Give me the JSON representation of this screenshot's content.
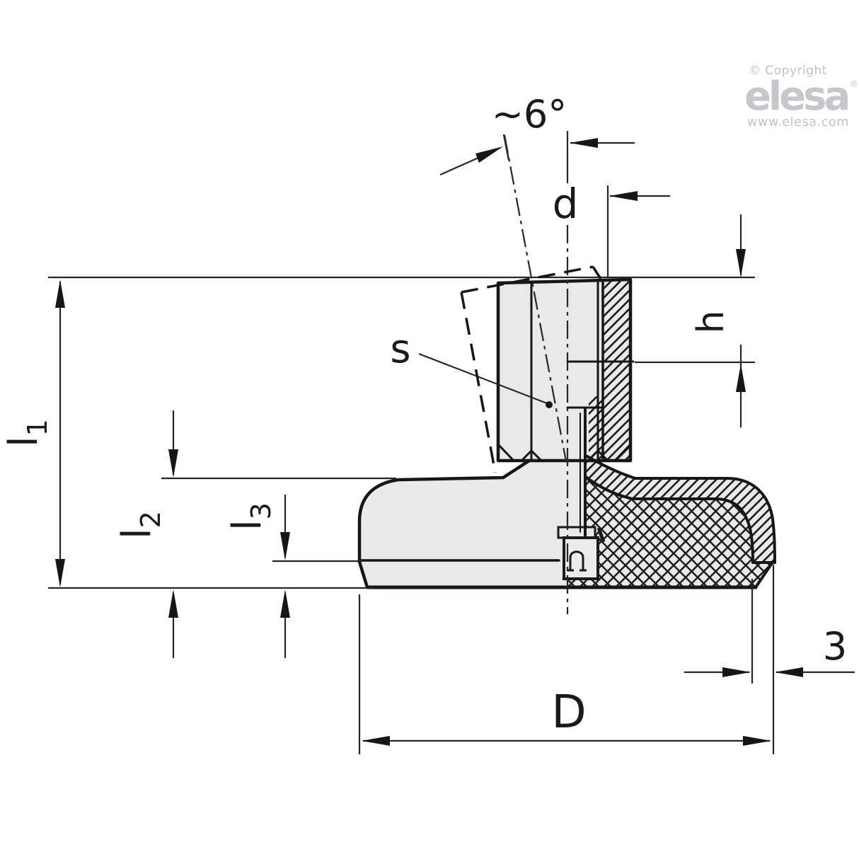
{
  "colors": {
    "background": "#ffffff",
    "outline": "#1a1a1a",
    "metal_fill": "#e9e9ea",
    "dimension_line": "#262626",
    "logo_gray": "#c5c5c9"
  },
  "logo": {
    "copyright": "© Copyright",
    "brand": "elesa",
    "registered": "®",
    "website": "www.elesa.com"
  },
  "labels": {
    "tilt_angle": "~6°",
    "thread_d": "d",
    "socket_s": "s",
    "height_h": "h",
    "l1": {
      "base": "l",
      "sub": "1"
    },
    "l2": {
      "base": "l",
      "sub": "2"
    },
    "l3": {
      "base": "l",
      "sub": "3"
    },
    "diameter_D": "D",
    "rubber_edge": "3"
  }
}
